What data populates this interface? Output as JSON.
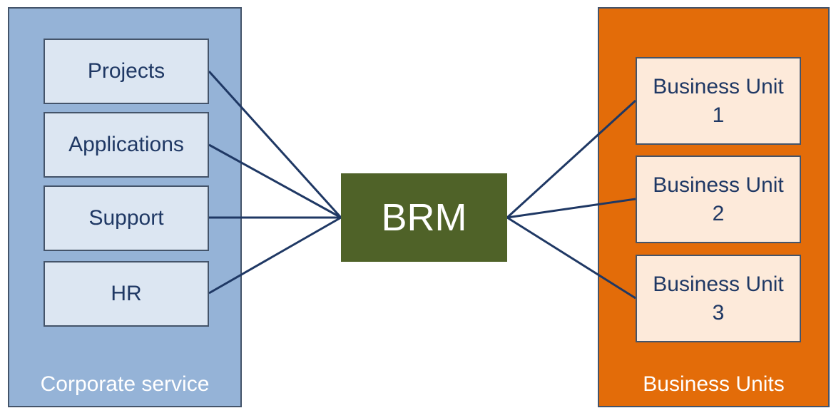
{
  "left_group": {
    "label": "Corporate service",
    "items": [
      "Projects",
      "Applications",
      "Support",
      "HR"
    ]
  },
  "center": {
    "label": "BRM"
  },
  "right_group": {
    "label": "Business Units",
    "items": [
      "Business Unit\n1",
      "Business Unit\n2",
      "Business Unit\n3"
    ]
  },
  "colors": {
    "left_panel": "#95b3d7",
    "left_box": "#dce6f2",
    "right_panel": "#e36c09",
    "right_box": "#fdeada",
    "center": "#4f6228",
    "connector": "#1f3864"
  }
}
